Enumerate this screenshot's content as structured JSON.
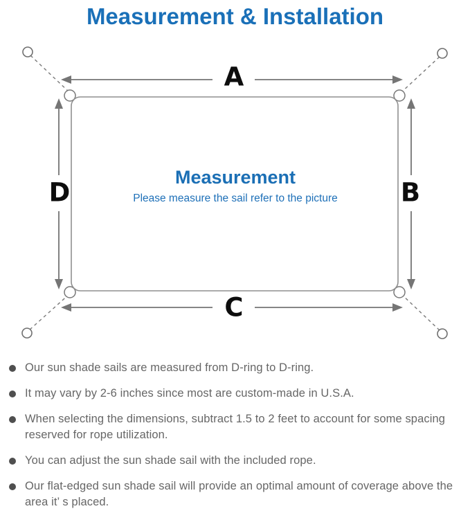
{
  "title": "Measurement & Installation",
  "diagram": {
    "label_top": "A",
    "label_right": "B",
    "label_bottom": "C",
    "label_left": "D",
    "center_title": "Measurement",
    "center_subtitle": "Please measure the sail refer to the picture",
    "colors": {
      "accent_blue": "#1a70b8",
      "center_blue": "#1b6fb5",
      "outline_gray": "#8f8f8f",
      "arrow_gray": "#757575",
      "label_black": "#0d0d0d"
    }
  },
  "notes": {
    "items": [
      "Our sun shade sails are measured from D-ring to D-ring.",
      "It may vary by 2-6 inches since most are custom-made in U.S.A.",
      "When selecting the dimensions, subtract 1.5 to 2 feet to account for some spacing reserved for rope utilization.",
      "You can adjust the sun shade sail with the included rope.",
      "Our flat-edged sun shade sail will provide an optimal amount of coverage above the area it’ s placed."
    ]
  }
}
